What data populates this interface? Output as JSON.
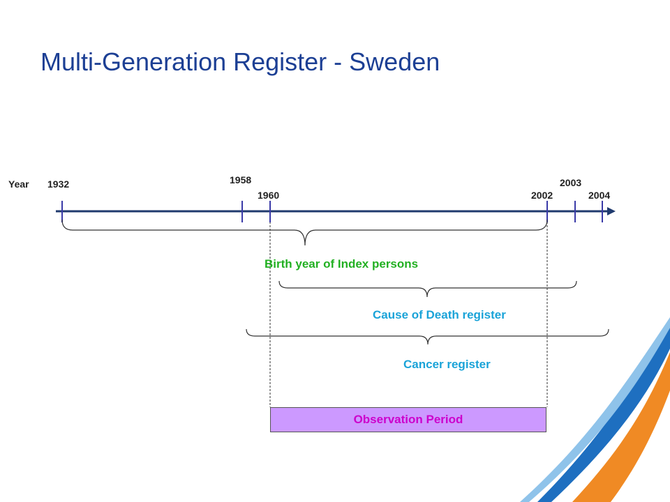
{
  "title": "Multi-Generation Register - Sweden",
  "axis_label": "Year",
  "years": {
    "y1932": "1932",
    "y1958": "1958",
    "y1960": "1960",
    "y2002": "2002",
    "y2003": "2003",
    "y2004": "2004"
  },
  "spans": {
    "birth_year_index": "Birth year of Index persons",
    "cause_of_death": "Cause of Death register",
    "cancer": "Cancer register",
    "observation_period": "Observation Period"
  },
  "colors": {
    "title": "#1c3f94",
    "timeline": "#1f3a6e",
    "birth_label": "#22b022",
    "register_label": "#1aa3d8",
    "observation_fill": "#cc99ff",
    "observation_text": "#cc00cc",
    "decor_orange": "#f08a24",
    "decor_blue": "#1e6fc0"
  }
}
